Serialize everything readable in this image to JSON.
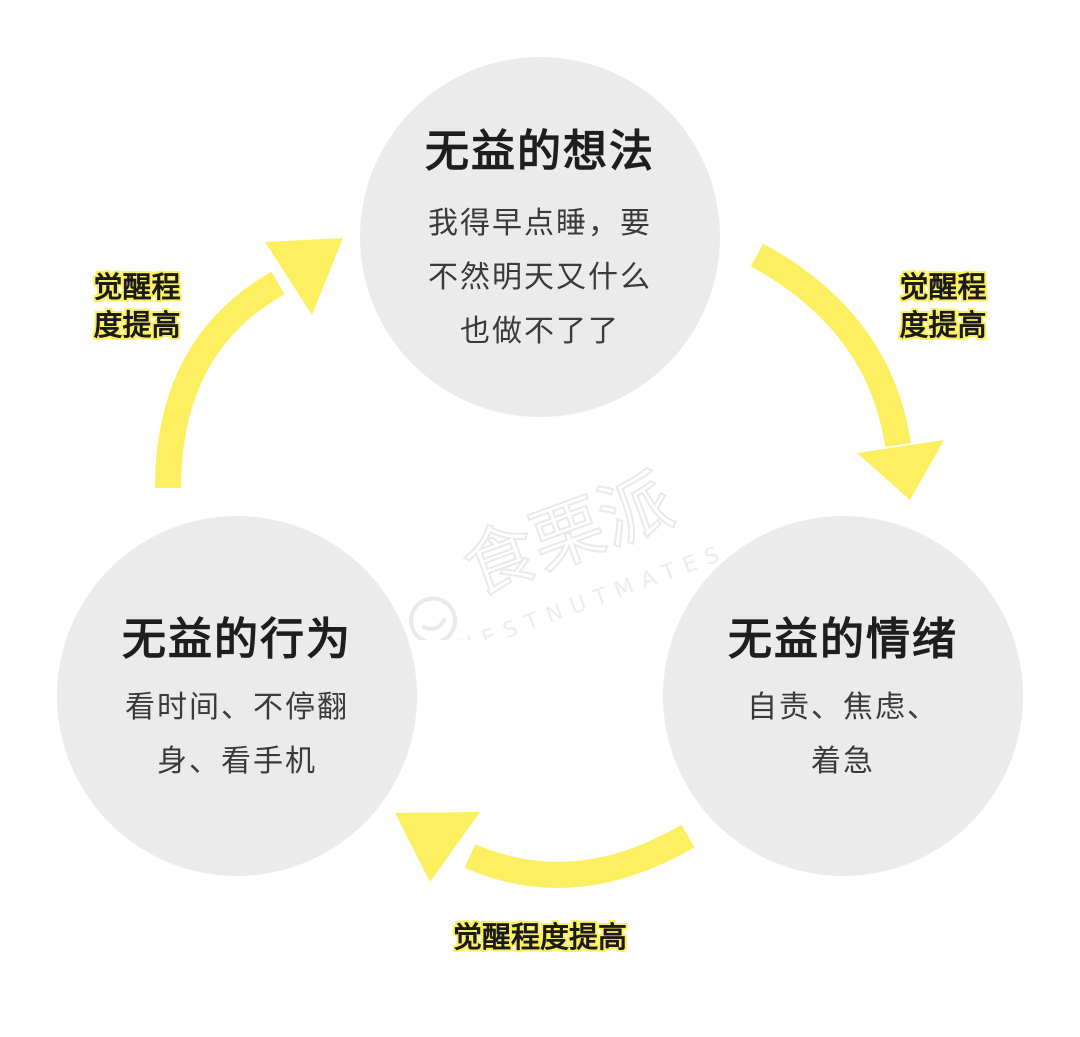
{
  "nodes": {
    "top": {
      "title": "无益的想法",
      "desc": "我得早点睡，要\n不然明天又什么\n也做不了了"
    },
    "left": {
      "title": "无益的行为",
      "desc": "看时间、不停翻\n身、看手机"
    },
    "right": {
      "title": "无益的情绪",
      "desc": "自责、焦虑、\n着急"
    }
  },
  "labels": {
    "left": "觉醒程\n度提高",
    "right": "觉醒程\n度提高",
    "bottom": "觉醒程度提高"
  },
  "watermark": {
    "cn": "食栗派",
    "en": "CHESTNUTMATES"
  },
  "colors": {
    "arrow": "#fcf061",
    "circle": "#ebebeb",
    "text": "#1e1e1e"
  }
}
